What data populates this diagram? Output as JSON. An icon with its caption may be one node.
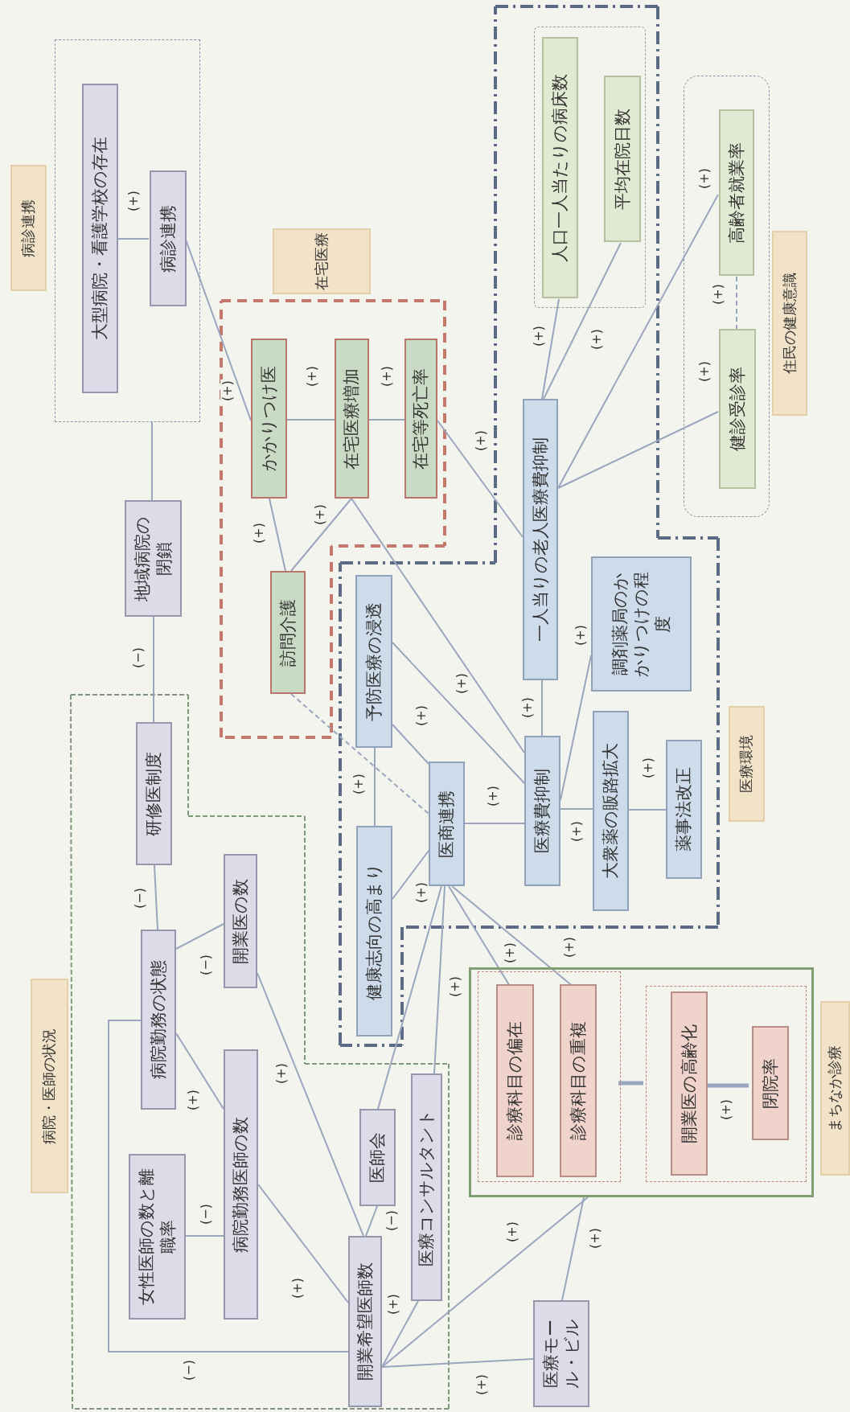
{
  "diagram": {
    "nodes": [
      {
        "text": [
          "病診連携"
        ]
      },
      {
        "text": [],
        "shape": "box"
      },
      {
        "text": [
          "大型病院・看護学校の存在"
        ],
        "in": 1
      },
      {
        "text": [
          "病診連携"
        ],
        "in": 1
      },
      {
        "text": [
          "在宅医療"
        ]
      },
      {
        "text": [
          "かかりつけ医"
        ]
      },
      {
        "text": [
          "在宅医療増加"
        ]
      },
      {
        "text": [
          "在宅等死亡率"
        ]
      },
      {
        "text": [
          "訪問介護"
        ]
      },
      {
        "text": [
          "地域病院の閉鎖"
        ]
      },
      {
        "text": [
          "研修医制度"
        ]
      },
      {
        "text": [],
        "shape": "box"
      },
      {
        "text": [
          "人口一人当たりの病床数"
        ],
        "in": 11
      },
      {
        "text": [
          "平均在院日数"
        ],
        "in": 11
      },
      {
        "text": [],
        "shape": "box"
      },
      {
        "text": [
          "高齢者就業率"
        ],
        "in": 14
      },
      {
        "text": [
          "健診受診率"
        ],
        "in": 14
      },
      {
        "text": [
          "住民の健康意識"
        ]
      },
      {
        "text": [
          "一人当りの老人医療費抑制"
        ]
      },
      {
        "text": [
          "予防医療の浸透"
        ]
      },
      {
        "text": [
          "調剤薬局のかかりつけの程度"
        ]
      },
      {
        "text": [
          "医療費抑制"
        ]
      },
      {
        "text": [
          "大衆薬の販路拡大"
        ]
      },
      {
        "text": [
          "薬事法改正"
        ]
      },
      {
        "text": [
          "医療環境"
        ]
      },
      {
        "text": [
          "医商連携"
        ]
      },
      {
        "text": [
          "健康志向の高まり"
        ]
      },
      {
        "text": [
          "病院・医師の状況"
        ]
      },
      {
        "text": [
          "病院勤務の状態"
        ]
      },
      {
        "text": [
          "開業医の数"
        ]
      },
      {
        "text": [
          "病院勤務医師の数"
        ]
      },
      {
        "text": [
          "女性医師の数と離職率"
        ]
      },
      {
        "text": [
          "医師会"
        ]
      },
      {
        "text": [
          "医療コンサルタント"
        ]
      },
      {
        "text": [
          "開業希望医師数"
        ]
      },
      {
        "text": [
          "医療モール・ビル"
        ]
      },
      {
        "text": [],
        "shape": "box"
      },
      {
        "text": [],
        "shape": "box",
        "in": 36
      },
      {
        "text": [
          "診療科目の偏在"
        ],
        "in": 37
      },
      {
        "text": [
          "診療科目の重複"
        ],
        "in": 37
      },
      {
        "text": [],
        "shape": "box",
        "in": 36
      },
      {
        "text": [
          "開業医の高齢化"
        ],
        "in": 40
      },
      {
        "text": [
          "閉院率"
        ],
        "in": 40
      },
      {
        "text": [
          "まちなか診療"
        ]
      }
    ],
    "edges": [
      {
        "from": 2,
        "to": 3,
        "arrow": "none",
        "label": "(+)"
      },
      {
        "from": 3,
        "to": 5,
        "arrow": "none",
        "label": "(+)"
      },
      {
        "from": 5,
        "to": 6,
        "arrow": "none",
        "label": "(+)"
      },
      {
        "from": 6,
        "to": 7,
        "arrow": "none",
        "label": "(+)"
      },
      {
        "from": 1,
        "to": 9,
        "arrow": "none"
      },
      {
        "from": 9,
        "to": 10,
        "arrow": "none",
        "label": "(−)"
      },
      {
        "from": 5,
        "to": 8,
        "arrow": "none",
        "label": "(+)"
      },
      {
        "from": 6,
        "to": 8,
        "arrow": "none",
        "label": "(+)"
      },
      {
        "from": 7,
        "to": 18,
        "arrow": "none",
        "label": "(+)"
      },
      {
        "from": 12,
        "to": 18,
        "arrow": "none",
        "label": "(+)"
      },
      {
        "from": 13,
        "to": 18,
        "arrow": "none",
        "label": "(+)"
      },
      {
        "from": 15,
        "to": 18,
        "arrow": "none",
        "label": "(+)"
      },
      {
        "from": 16,
        "to": 18,
        "arrow": "none",
        "label": "(+)"
      },
      {
        "from": 15,
        "to": 16,
        "arrow": "none",
        "label": "(+)",
        "style": "dashed"
      },
      {
        "from": 18,
        "to": 21,
        "arrow": "none",
        "label": "(+)"
      },
      {
        "from": 6,
        "to": 21,
        "arrow": "none",
        "label": "(+)"
      },
      {
        "from": 19,
        "to": 21,
        "arrow": "none",
        "label": "(+)"
      },
      {
        "from": 19,
        "to": 25,
        "arrow": "none"
      },
      {
        "from": 19,
        "to": 26,
        "arrow": "none",
        "label": "(+)"
      },
      {
        "from": 26,
        "to": 25,
        "arrow": "none",
        "label": "(+)"
      },
      {
        "from": 25,
        "to": 21,
        "arrow": "none",
        "label": "(+)"
      },
      {
        "from": 21,
        "to": 22,
        "arrow": "none",
        "label": "(+)"
      },
      {
        "from": 21,
        "to": 20,
        "arrow": "none",
        "label": "(+)"
      },
      {
        "from": 22,
        "to": 23,
        "arrow": "none",
        "label": "(+)"
      },
      {
        "from": 8,
        "to": 25,
        "arrow": "none",
        "style": "dashed"
      },
      {
        "from": 25,
        "to": 32,
        "arrow": "none"
      },
      {
        "from": 25,
        "to": 33,
        "arrow": "none",
        "label": "(+)"
      },
      {
        "from": 25,
        "to": 38,
        "arrow": "none",
        "label": "(+)"
      },
      {
        "from": 25,
        "to": 39,
        "arrow": "none",
        "label": "(+)"
      },
      {
        "from": 10,
        "to": 28,
        "arrow": "none",
        "label": "(−)"
      },
      {
        "from": 28,
        "to": 29,
        "arrow": "none",
        "label": "(−)"
      },
      {
        "from": 28,
        "to": 30,
        "arrow": "none",
        "label": "(+)"
      },
      {
        "from": 31,
        "to": 30,
        "arrow": "none",
        "label": "(−)"
      },
      {
        "from": 28,
        "to": 34,
        "arrow": "none",
        "label": "(−)"
      },
      {
        "from": 30,
        "to": 34,
        "arrow": "none",
        "label": "(+)"
      },
      {
        "from": 29,
        "to": 34,
        "arrow": "none",
        "label": "(+)"
      },
      {
        "from": 32,
        "to": 34,
        "arrow": "none",
        "label": "(−)"
      },
      {
        "from": 33,
        "to": 34,
        "arrow": "none",
        "label": "(+)"
      },
      {
        "from": 34,
        "to": 36,
        "arrow": "none",
        "label": "(+)"
      },
      {
        "from": 34,
        "to": 35,
        "arrow": "none",
        "label": "(+)"
      },
      {
        "from": 35,
        "to": 36,
        "arrow": "none",
        "label": "(+)"
      },
      {
        "from": 37,
        "to": 40,
        "arrow": "none",
        "style": "thick"
      },
      {
        "from": 41,
        "to": 42,
        "arrow": "none",
        "label": "(+)",
        "style": "thick"
      }
    ]
  }
}
